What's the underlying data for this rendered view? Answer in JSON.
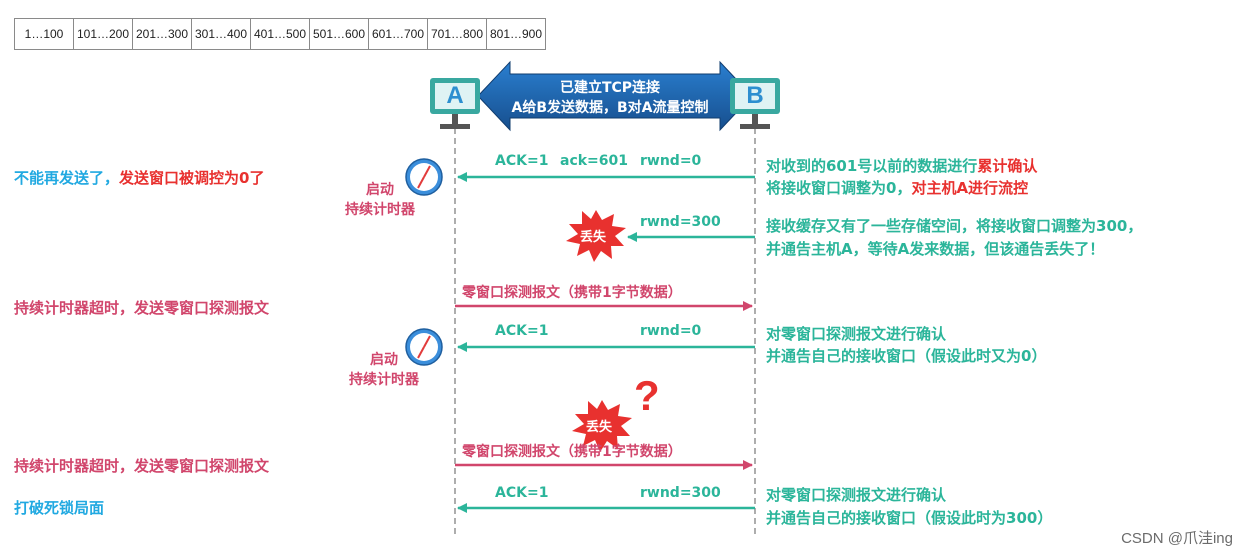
{
  "segments": [
    "1…100",
    "101…200",
    "201…300",
    "301…400",
    "401…500",
    "501…600",
    "601…700",
    "701…800",
    "801…900"
  ],
  "hostA": "A",
  "hostB": "B",
  "connection": {
    "line1": "已建立TCP连接",
    "line2": "A给B发送数据，B对A流量控制"
  },
  "left": {
    "l1_blue": "不能再发送了，",
    "l1_red": "发送窗口被调控为0了",
    "timer1_line1": "启动",
    "timer1_line2": "持续计时器",
    "l2": "持续计时器超时，发送零窗口探测报文",
    "timer2_line1": "启动",
    "timer2_line2": "持续计时器",
    "l3": "持续计时器超时，发送零窗口探测报文",
    "l4": "打破死锁局面"
  },
  "arrows": {
    "a1_ack": "ACK=1",
    "a1_acknum": "ack=601",
    "a1_rwnd": "rwnd=0",
    "a2_rwnd": "rwnd=300",
    "a3": "零窗口探测报文（携带1字节数据）",
    "a4_ack": "ACK=1",
    "a4_rwnd": "rwnd=0",
    "a5": "零窗口探测报文（携带1字节数据）",
    "a6_ack": "ACK=1",
    "a6_rwnd": "rwnd=300"
  },
  "lost": {
    "label1": "丢失",
    "label2": "丢失",
    "question": "?"
  },
  "right": {
    "r1a_pre": "对收到的601号以前的数据进行",
    "r1a_red": "累计确认",
    "r1b_pre": "将接收窗口调整为0，",
    "r1b_red": "对主机A进行流控",
    "r2a": "接收缓存又有了一些存储空间，将接收窗口调整为300，",
    "r2b": "并通告主机A，等待A发来数据，但该通告丢失了！",
    "r3a": "对零窗口探测报文进行确认",
    "r3b": "并通告自己的接收窗口（假设此时又为0）",
    "r4a": "对零窗口探测报文进行确认",
    "r4b": "并通告自己的接收窗口（假设此时为300）"
  },
  "watermark": "CSDN @爪洼ing",
  "colors": {
    "teal": "#2bb59a",
    "pink": "#d1466c",
    "red": "#e8312f",
    "blue": "#21a9e1",
    "arrowBlue": "#1f6eb5"
  }
}
